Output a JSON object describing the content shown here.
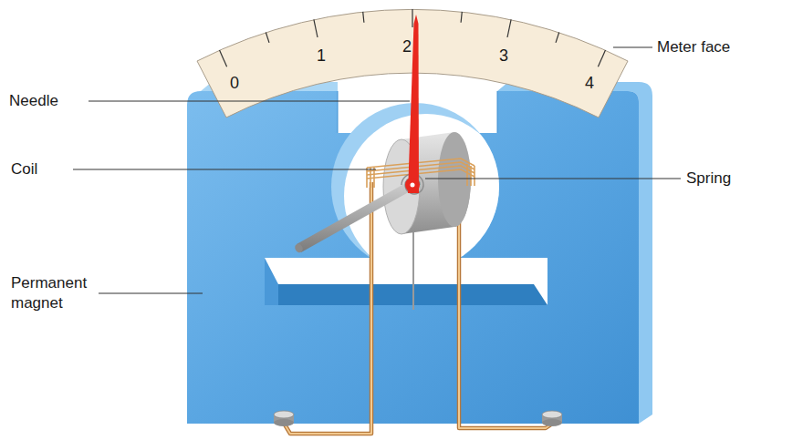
{
  "diagram": {
    "labels": [
      "0",
      "1",
      "2",
      "3",
      "4",
      "Needle",
      "Meter face",
      "Coil",
      "Spring",
      "Permanent magnet"
    ]
  }
}
